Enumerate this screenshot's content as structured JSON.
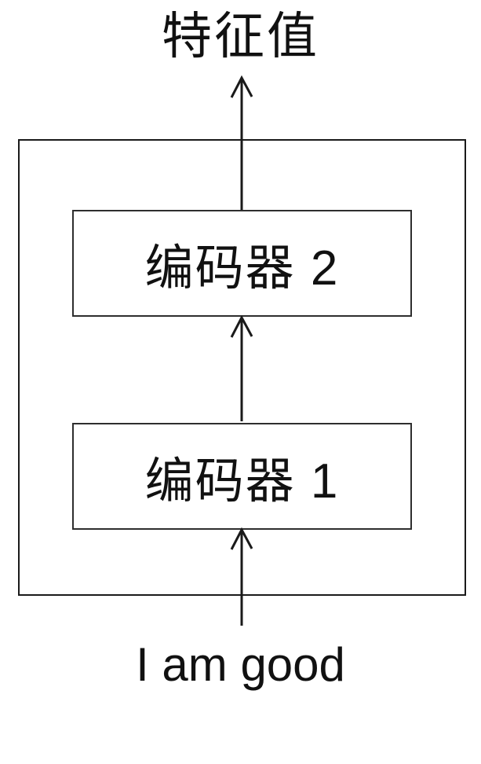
{
  "diagram": {
    "title": "encoder-stack-diagram",
    "output_label": "特征值",
    "input_label": "I am good",
    "encoders": [
      {
        "label": "编码器 2",
        "position": "top"
      },
      {
        "label": "编码器 1",
        "position": "bottom"
      }
    ],
    "arrows": [
      {
        "name": "arrow-encoder2-to-output",
        "direction": "up"
      },
      {
        "name": "arrow-encoder1-to-encoder2",
        "direction": "up"
      },
      {
        "name": "arrow-input-to-encoder1",
        "direction": "up"
      }
    ]
  },
  "colors": {
    "line": "#1a1a1a",
    "text": "#111111",
    "background": "#ffffff"
  }
}
